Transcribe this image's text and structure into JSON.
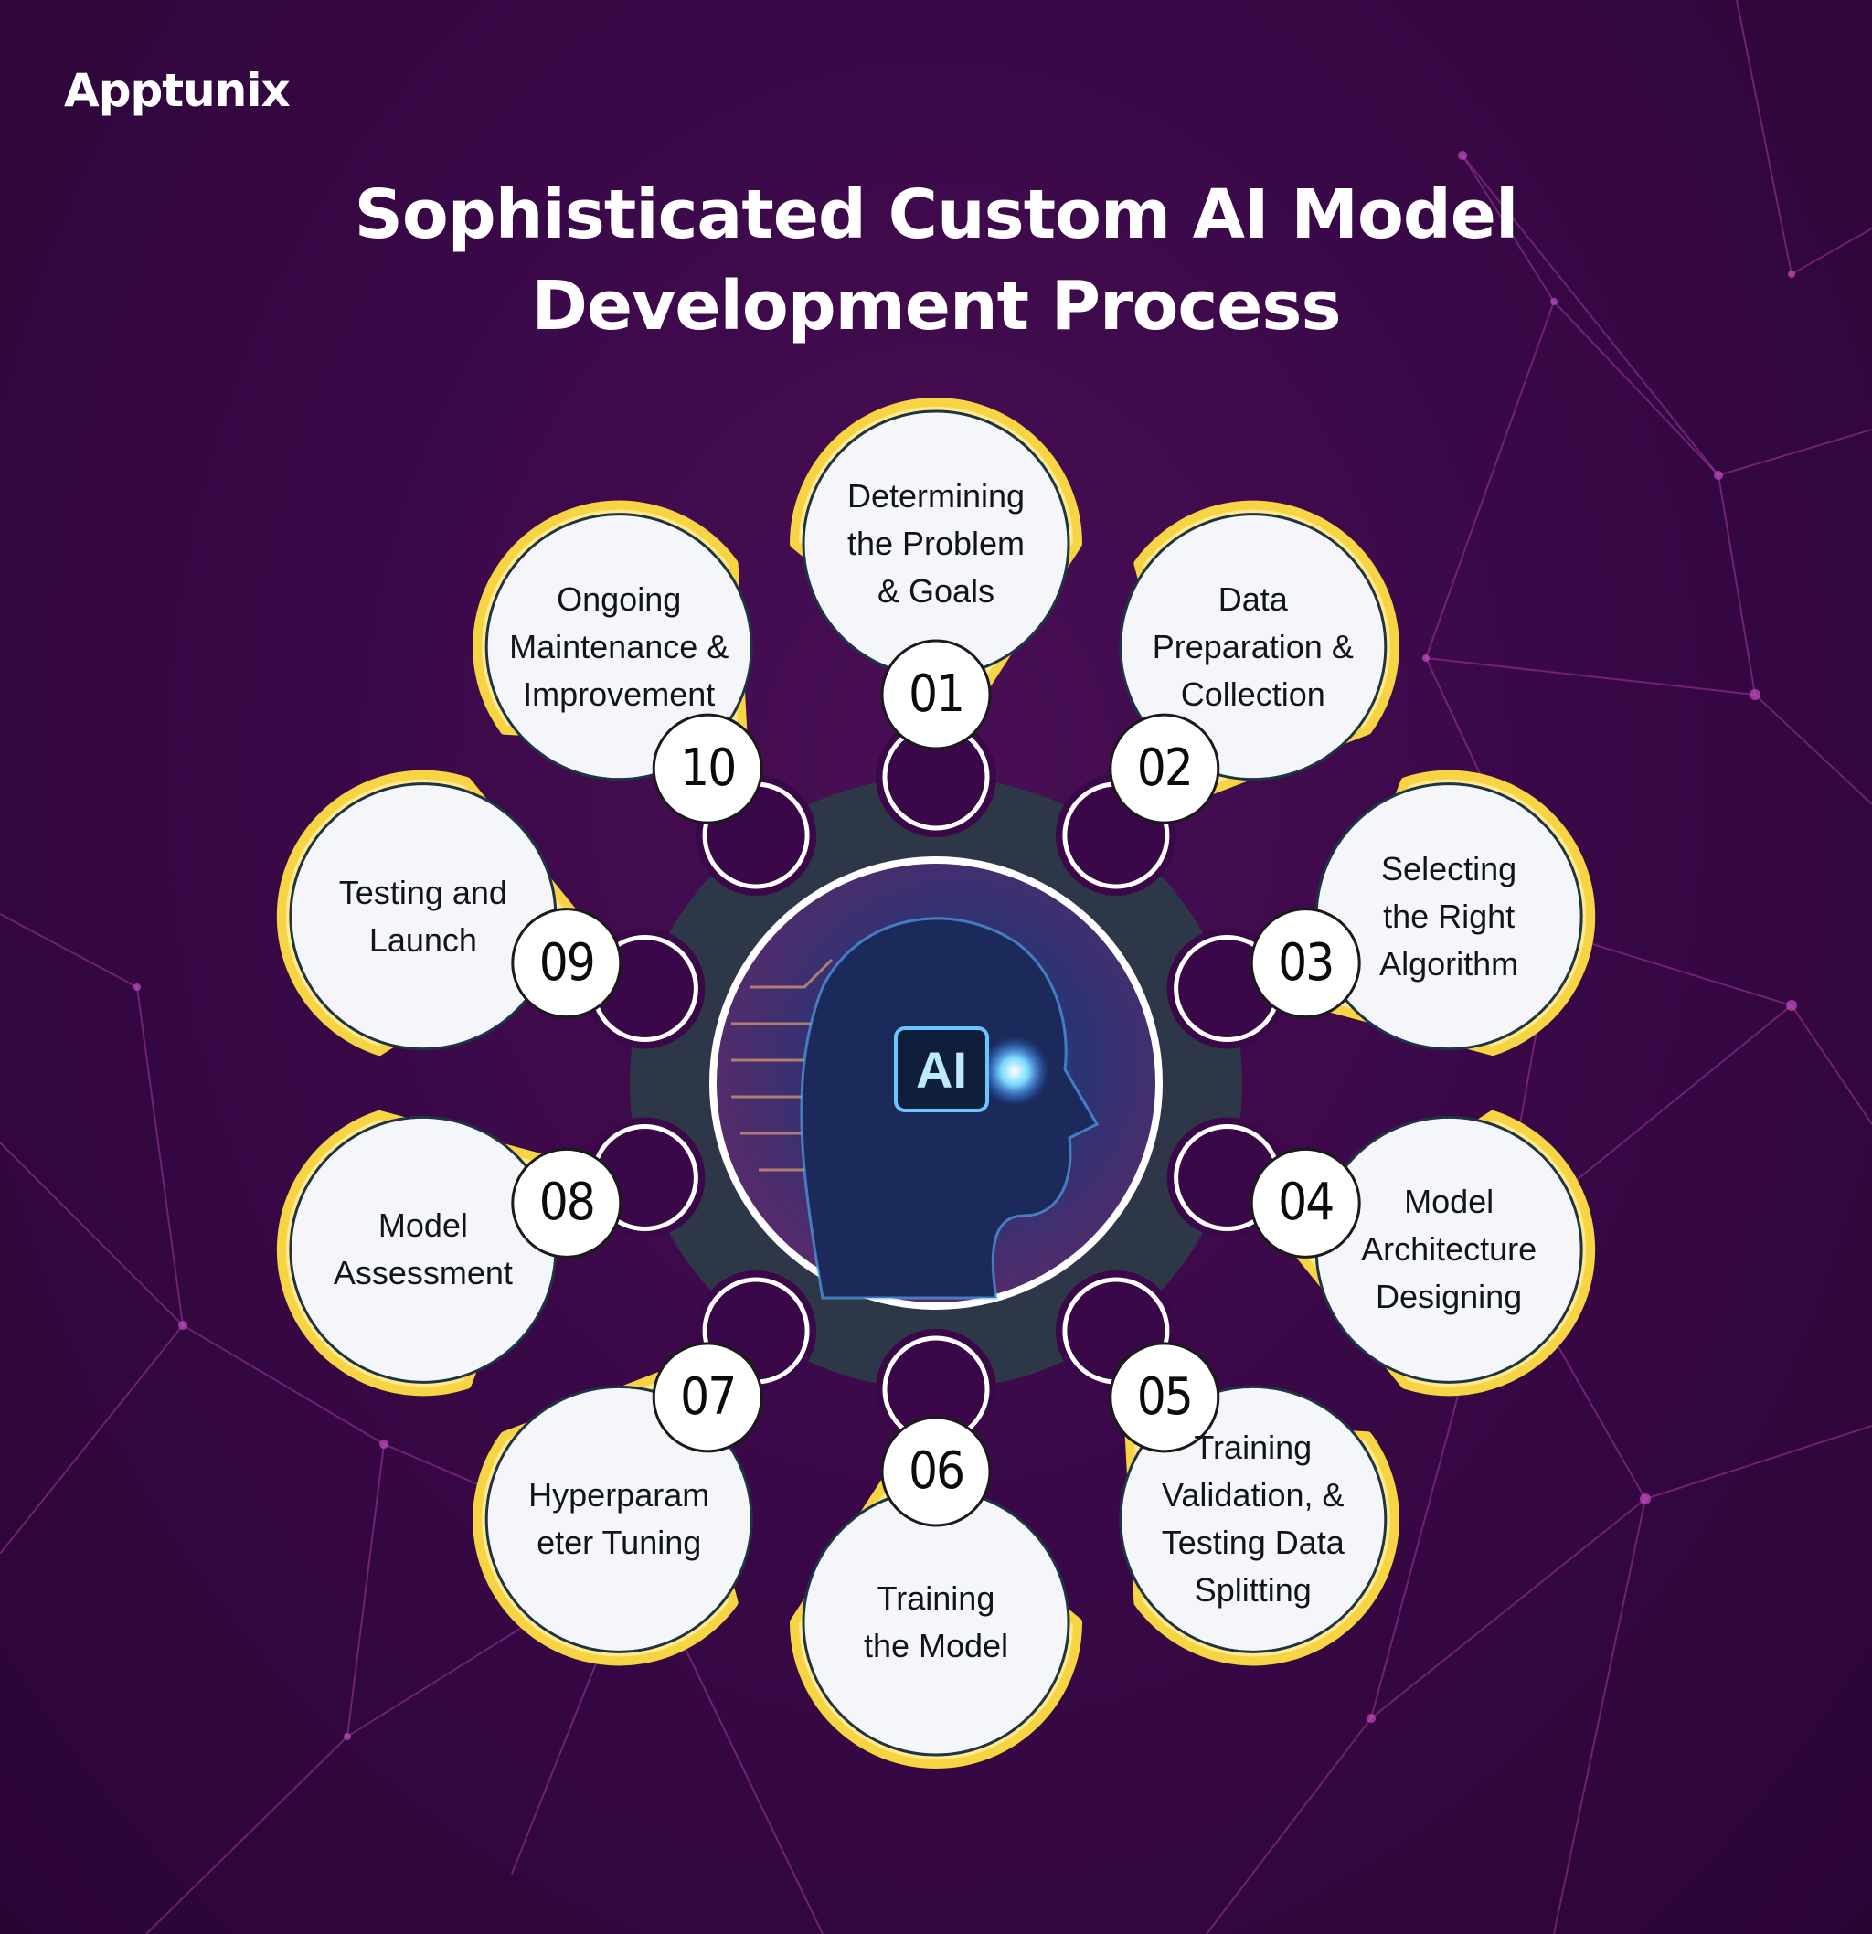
{
  "brand": {
    "logo_text": "Apptunix"
  },
  "title": {
    "line1": "Sophisticated Custom AI Model",
    "line2": "Development Process"
  },
  "center": {
    "label": "AI"
  },
  "colors": {
    "accent_yellow": "#f7d443",
    "light_yellow": "#fde98e",
    "hub_dark": "#2e3748",
    "circle_fill": "#f5f6fa",
    "circle_border": "#1e3446",
    "background": "#3a0848"
  },
  "stages": [
    {
      "num": "01",
      "lines": [
        "Determining",
        "the Problem",
        "& Goals"
      ]
    },
    {
      "num": "02",
      "lines": [
        "Data",
        "Preparation &",
        "Collection"
      ]
    },
    {
      "num": "03",
      "lines": [
        "Selecting",
        "the Right",
        "Algorithm"
      ]
    },
    {
      "num": "04",
      "lines": [
        "Model",
        "Architecture",
        "Designing"
      ]
    },
    {
      "num": "05",
      "lines": [
        "Training",
        "Validation, &",
        "Testing Data",
        "Splitting"
      ]
    },
    {
      "num": "06",
      "lines": [
        "Training",
        "the Model"
      ]
    },
    {
      "num": "07",
      "lines": [
        "Hyperparam",
        "eter Tuning"
      ]
    },
    {
      "num": "08",
      "lines": [
        "Model",
        "Assessment"
      ]
    },
    {
      "num": "09",
      "lines": [
        "Testing and",
        "Launch"
      ]
    },
    {
      "num": "10",
      "lines": [
        "Ongoing",
        "Maintenance &",
        "Improvement"
      ]
    }
  ]
}
